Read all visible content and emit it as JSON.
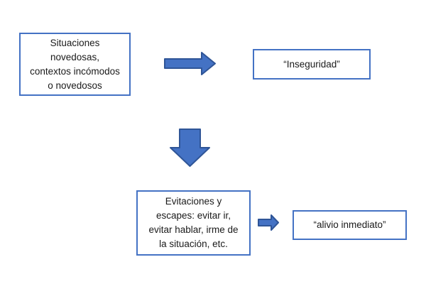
{
  "diagram": {
    "colors": {
      "arrow_fill": "#4472C4",
      "arrow_stroke": "#2F5597",
      "box_border": "#4472C4",
      "background": "#FFFFFF",
      "text": "#1A1A1A"
    },
    "nodes": {
      "situaciones": {
        "lines": [
          "Situaciones",
          "novedosas,",
          "contextos incómodos",
          "o novedosos"
        ]
      },
      "inseguridad": {
        "label": "“Inseguridad”"
      },
      "evitaciones": {
        "lines": [
          "Evitaciones y",
          "escapes: evitar ir,",
          "evitar hablar, irme de",
          "la situación, etc."
        ]
      },
      "alivio": {
        "label": "“alivio inmediato”"
      }
    },
    "arrows": {
      "right_large": "arrow from situaciones to inseguridad",
      "down": "arrow from inseguridad level down to evitaciones",
      "right_small": "arrow from evitaciones to alivio"
    }
  }
}
